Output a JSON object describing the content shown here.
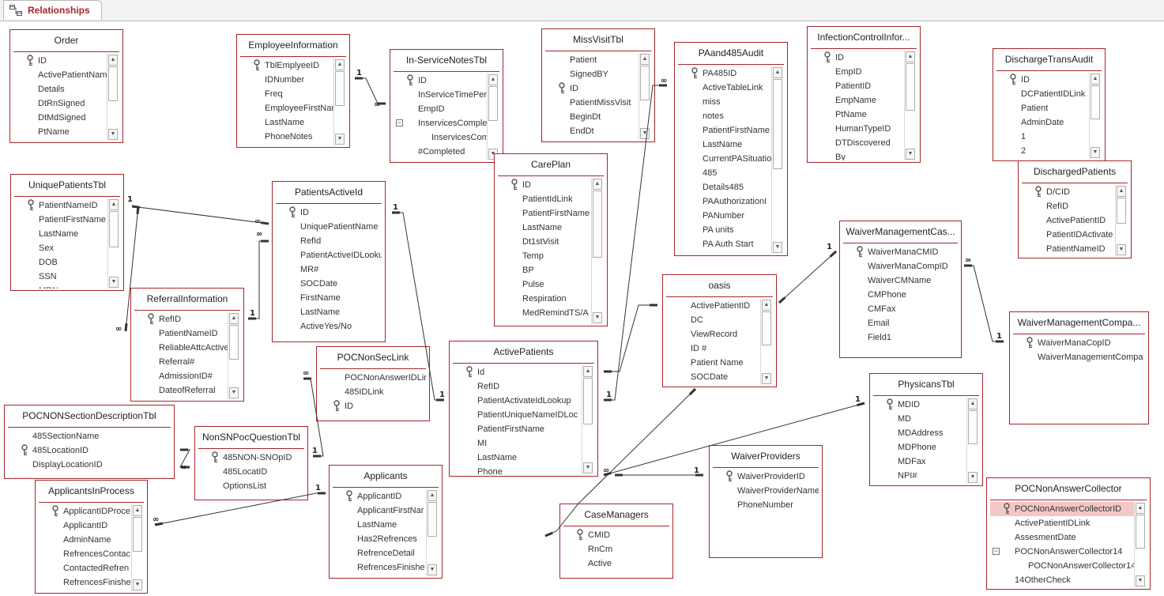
{
  "tab": {
    "label": "Relationships",
    "icon": "relationships-icon"
  },
  "tables": [
    {
      "name": "Order",
      "key": "order",
      "fields": [
        {
          "text": "ID",
          "pk": true
        },
        {
          "text": "ActivePatientNam"
        },
        {
          "text": "Details"
        },
        {
          "text": "DtRnSigned"
        },
        {
          "text": "DtMdSigned"
        },
        {
          "text": "PtName"
        }
      ]
    },
    {
      "name": "EmployeeInformation",
      "key": "employee-information",
      "fields": [
        {
          "text": "TblEmplyeeID",
          "pk": true
        },
        {
          "text": "IDNumber"
        },
        {
          "text": "Freq"
        },
        {
          "text": "EmployeeFirstNar"
        },
        {
          "text": "LastName"
        },
        {
          "text": "PhoneNotes"
        }
      ]
    },
    {
      "name": "In-ServiceNotesTbl",
      "key": "in-service-notes-tbl",
      "fields": [
        {
          "text": "ID",
          "pk": true
        },
        {
          "text": "InServiceTimePeri"
        },
        {
          "text": "EmpID"
        },
        {
          "text": "InservicesComple",
          "expand": true
        },
        {
          "text": "InservicesCom",
          "sub": true
        },
        {
          "text": "#Completed"
        }
      ]
    },
    {
      "name": "MissVisitTbl",
      "key": "miss-visit-tbl",
      "fields": [
        {
          "text": "Patient"
        },
        {
          "text": "SignedBY"
        },
        {
          "text": "ID",
          "pk": true
        },
        {
          "text": "PatientMissVisit"
        },
        {
          "text": "BeginDt"
        },
        {
          "text": "EndDt"
        }
      ]
    },
    {
      "name": "PAand485Audit",
      "key": "pa-and-485-audit",
      "fields": [
        {
          "text": "PA485ID",
          "pk": true
        },
        {
          "text": "ActiveTableLink"
        },
        {
          "text": "miss"
        },
        {
          "text": "notes"
        },
        {
          "text": "PatientFirstName"
        },
        {
          "text": "LastName"
        },
        {
          "text": "CurrentPASituatio"
        },
        {
          "text": "485"
        },
        {
          "text": "Details485"
        },
        {
          "text": "PAAuthorizationI"
        },
        {
          "text": "PANumber"
        },
        {
          "text": "PA units"
        },
        {
          "text": "PA Auth Start"
        }
      ]
    },
    {
      "name": "InfectionControlInfor...",
      "key": "infection-control-info",
      "fields": [
        {
          "text": "ID",
          "pk": true
        },
        {
          "text": "EmpID"
        },
        {
          "text": "PatientID"
        },
        {
          "text": "EmpName"
        },
        {
          "text": "PtName"
        },
        {
          "text": "HumanTypeID"
        },
        {
          "text": "DTDiscovered"
        },
        {
          "text": "By"
        }
      ]
    },
    {
      "name": "DischargeTransAudit",
      "key": "discharge-trans-audit",
      "fields": [
        {
          "text": "ID",
          "pk": true
        },
        {
          "text": "DCPatientIDLink"
        },
        {
          "text": "Patient"
        },
        {
          "text": "AdminDate"
        },
        {
          "text": "1"
        },
        {
          "text": "2"
        }
      ]
    },
    {
      "name": "DischargedPatients",
      "key": "discharged-patients",
      "fields": [
        {
          "text": "D/CID",
          "pk": true
        },
        {
          "text": "RefID"
        },
        {
          "text": "ActivePatientID"
        },
        {
          "text": "PatientIDActivate"
        },
        {
          "text": "PatientNameID"
        }
      ]
    },
    {
      "name": "UniquePatientsTbl",
      "key": "unique-patients-tbl",
      "fields": [
        {
          "text": "PatientNameID",
          "pk": true
        },
        {
          "text": "PatientFirstName"
        },
        {
          "text": "LastName"
        },
        {
          "text": "Sex"
        },
        {
          "text": "DOB"
        },
        {
          "text": "SSN"
        },
        {
          "text": "MRN"
        }
      ]
    },
    {
      "name": "PatientsActiveId",
      "key": "patients-active-id",
      "fields": [
        {
          "text": "ID",
          "pk": true
        },
        {
          "text": "UniquePatientName"
        },
        {
          "text": "RefId"
        },
        {
          "text": "PatientActiveIDLooku"
        },
        {
          "text": "MR#"
        },
        {
          "text": "SOCDate"
        },
        {
          "text": "FirstName"
        },
        {
          "text": "LastName"
        },
        {
          "text": "ActiveYes/No"
        }
      ]
    },
    {
      "name": "CarePlan",
      "key": "care-plan",
      "fields": [
        {
          "text": "ID",
          "pk": true
        },
        {
          "text": "PatientIdLink"
        },
        {
          "text": "PatientFirstName"
        },
        {
          "text": "LastName"
        },
        {
          "text": "Dt1stVisit"
        },
        {
          "text": "Temp"
        },
        {
          "text": "BP"
        },
        {
          "text": "Pulse"
        },
        {
          "text": "Respiration"
        },
        {
          "text": "MedRemindTS/A"
        }
      ]
    },
    {
      "name": "ReferralInformation",
      "key": "referral-information",
      "fields": [
        {
          "text": "RefID",
          "pk": true
        },
        {
          "text": "PatientNameID"
        },
        {
          "text": "ReliableAttcActive"
        },
        {
          "text": "Referral#"
        },
        {
          "text": "AdmissionID#"
        },
        {
          "text": "DateofReferral"
        }
      ]
    },
    {
      "name": "POCNonSecLink",
      "key": "poc-non-sec-link",
      "fields": [
        {
          "text": "POCNonAnswerIDLin"
        },
        {
          "text": "485IDLink"
        },
        {
          "text": "ID",
          "pk": true
        }
      ]
    },
    {
      "name": "ActivePatients",
      "key": "active-patients",
      "fields": [
        {
          "text": "Id",
          "pk": true
        },
        {
          "text": "RefID"
        },
        {
          "text": "PatientActivateIdLookup"
        },
        {
          "text": "PatientUniqueNameIDLoc"
        },
        {
          "text": "PatientFirstName"
        },
        {
          "text": "MI"
        },
        {
          "text": "LastName"
        },
        {
          "text": "Phone"
        }
      ]
    },
    {
      "name": "oasis",
      "key": "oasis",
      "fields": [
        {
          "text": "ActivePatientID"
        },
        {
          "text": "DC"
        },
        {
          "text": "ViewRecord"
        },
        {
          "text": "ID #"
        },
        {
          "text": "Patient Name"
        },
        {
          "text": "SOCDate"
        }
      ]
    },
    {
      "name": "WaiverManagementCas...",
      "key": "waiver-management-case",
      "fields": [
        {
          "text": "WaiverManaCMID",
          "pk": true
        },
        {
          "text": "WaiverManaCompID"
        },
        {
          "text": "WaiverCMName"
        },
        {
          "text": "CMPhone"
        },
        {
          "text": "CMFax"
        },
        {
          "text": "Email"
        },
        {
          "text": "Field1"
        }
      ]
    },
    {
      "name": "WaiverManagementCompa...",
      "key": "waiver-management-company",
      "fields": [
        {
          "text": "WaiverManaCopID",
          "pk": true
        },
        {
          "text": "WaiverManagementCompa"
        }
      ]
    },
    {
      "name": "POCNONSectionDescriptionTbl",
      "key": "poc-non-section-description-tbl",
      "fields": [
        {
          "text": "485SectionName"
        },
        {
          "text": "485LocationID",
          "pk": true
        },
        {
          "text": "DisplayLocationID"
        }
      ]
    },
    {
      "name": "NonSNPocQuestionTbl",
      "key": "non-sn-poc-question-tbl",
      "fields": [
        {
          "text": "485NON-SNOpID",
          "pk": true
        },
        {
          "text": "485LocatID"
        },
        {
          "text": "OptionsList"
        }
      ]
    },
    {
      "name": "ApplicantsInProcess",
      "key": "applicants-in-process",
      "fields": [
        {
          "text": "ApplicantIDProce",
          "pk": true
        },
        {
          "text": "ApplicantID"
        },
        {
          "text": "AdminName"
        },
        {
          "text": "RefrencesContac"
        },
        {
          "text": "ContactedRefren"
        },
        {
          "text": "RefrencesFinishe"
        }
      ]
    },
    {
      "name": "Applicants",
      "key": "applicants",
      "fields": [
        {
          "text": "ApplicantID",
          "pk": true
        },
        {
          "text": "ApplicantFirstNar"
        },
        {
          "text": "LastName"
        },
        {
          "text": "Has2Refrences"
        },
        {
          "text": "RefrenceDetail"
        },
        {
          "text": "RefrencesFinishe"
        }
      ]
    },
    {
      "name": "CaseManagers",
      "key": "case-managers",
      "fields": [
        {
          "text": "CMID",
          "pk": true
        },
        {
          "text": "RnCm"
        },
        {
          "text": "Active"
        }
      ]
    },
    {
      "name": "WaiverProviders",
      "key": "waiver-providers",
      "fields": [
        {
          "text": "WaiverProviderID",
          "pk": true
        },
        {
          "text": "WaiverProviderName"
        },
        {
          "text": "PhoneNumber"
        }
      ]
    },
    {
      "name": "PhysicansTbl",
      "key": "physicans-tbl",
      "fields": [
        {
          "text": "MDID",
          "pk": true
        },
        {
          "text": "MD"
        },
        {
          "text": "MDAddress"
        },
        {
          "text": "MDPhone"
        },
        {
          "text": "MDFax"
        },
        {
          "text": "NPI#"
        }
      ]
    },
    {
      "name": "POCNonAnswerCollector",
      "key": "poc-non-answer-collector",
      "fields": [
        {
          "text": "POCNonAnswerCollectorID",
          "pk": true,
          "selected": true
        },
        {
          "text": "ActivePatientIDLink"
        },
        {
          "text": "AssesmentDate"
        },
        {
          "text": "POCNonAnswerCollector14",
          "expand": true
        },
        {
          "text": "POCNonAnswerCollector14.",
          "sub": true
        },
        {
          "text": "14OtherCheck"
        }
      ]
    }
  ],
  "relationships": [
    {
      "one": "1",
      "many": "∞"
    },
    {
      "one": "1",
      "many": "∞"
    },
    {
      "one": "1",
      "many": "∞"
    },
    {
      "one": "1",
      "many": "∞"
    },
    {
      "one": "1",
      "many": "1"
    },
    {
      "one": "1",
      "many": "∞"
    },
    {
      "one": "1",
      "many": "∞"
    },
    {
      "one": "1",
      "many": "∞"
    },
    {
      "one": "1",
      "many": "∞"
    },
    {
      "one": "1",
      "many": "∞"
    },
    {
      "one": "1",
      "many": "∞"
    },
    {
      "one": "1",
      "many": "∞"
    },
    {
      "one": "1",
      "many": "∞"
    },
    {
      "one": "1",
      "many": "∞"
    }
  ],
  "colors": {
    "accent": "#a4262c",
    "selection": "#f4c7c7",
    "line": "#333333"
  }
}
